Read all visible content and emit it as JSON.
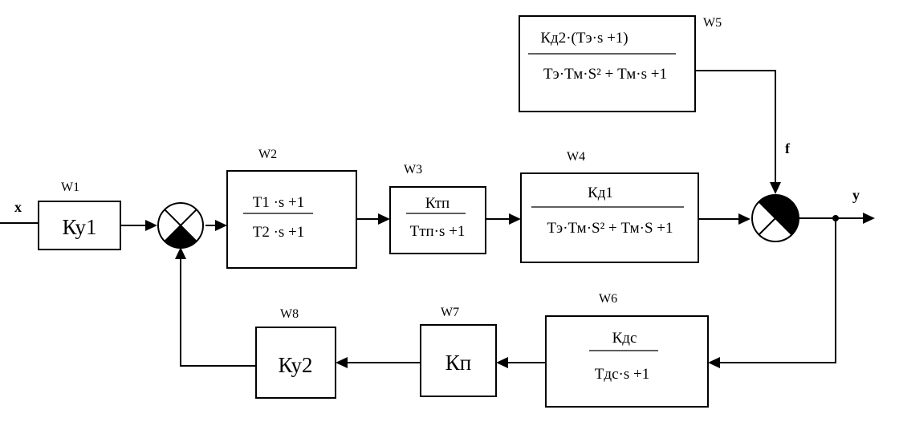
{
  "signals": {
    "input": "x",
    "disturbance": "f",
    "output": "y"
  },
  "blocks": {
    "w1": {
      "name": "W1",
      "content": "Ку1"
    },
    "w2": {
      "name": "W2",
      "numerator": "T1 ·s +1",
      "denominator": "T2 ·s +1"
    },
    "w3": {
      "name": "W3",
      "numerator": "Ктп",
      "denominator": "Tтп·s +1"
    },
    "w4": {
      "name": "W4",
      "numerator": "Кд1",
      "denominator": "Тэ·Тм·S² + Тм·S +1"
    },
    "w5": {
      "name": "W5",
      "numerator": "Кд2·(Тэ·s +1)",
      "denominator": "Тэ·Тм·S² + Тм·s +1"
    },
    "w6": {
      "name": "W6",
      "numerator": "Кдс",
      "denominator": "Тдс·s +1"
    },
    "w7": {
      "name": "W7",
      "content": "Кп"
    },
    "w8": {
      "name": "W8",
      "content": "Ку2"
    }
  },
  "colors": {
    "line": "#000000",
    "background": "#ffffff"
  }
}
